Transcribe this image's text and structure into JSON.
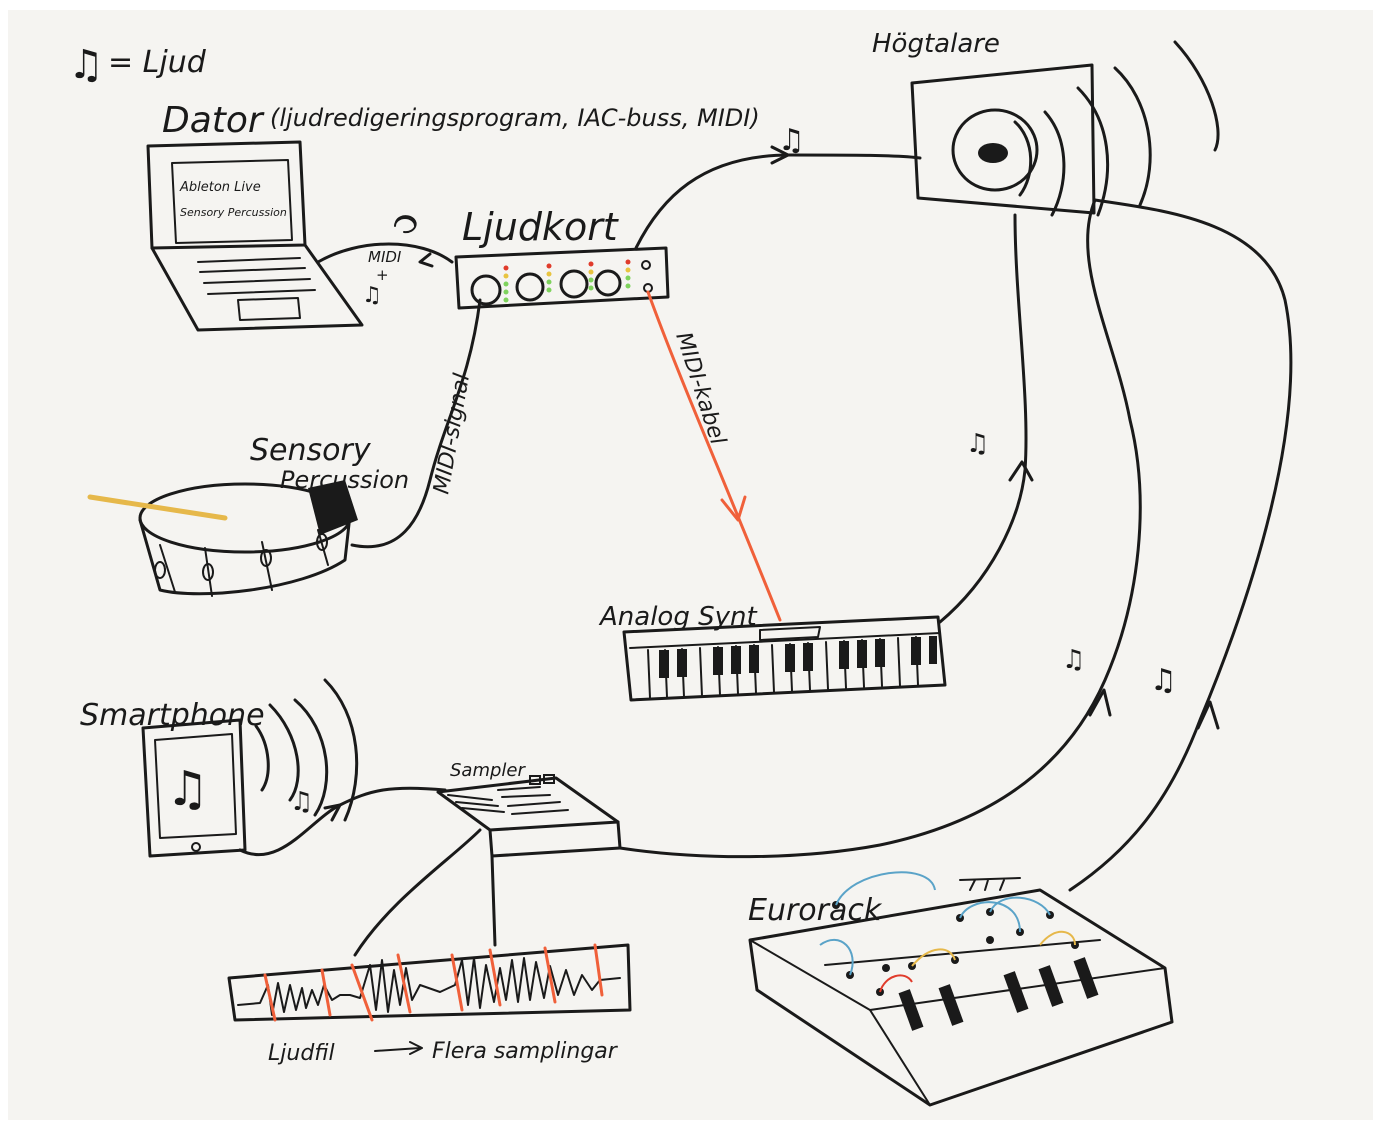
{
  "legend": {
    "note_glyph": "♫",
    "text": "= Ljud"
  },
  "computer": {
    "title": "Dator",
    "subtitle": "(ljudredigeringsprogram, IAC-buss, MIDI)",
    "screen_line1": "Ableton Live",
    "screen_line2": "Sensory Percussion"
  },
  "link_computer_soundcard": {
    "label1": "MIDI",
    "label2": "+"
  },
  "soundcard": {
    "title": "Ljudkort"
  },
  "speaker": {
    "title": "Högtalare"
  },
  "drum": {
    "title_line1": "Sensory",
    "title_line2": "Percussion"
  },
  "midi_signal": {
    "label": "MIDI-signal"
  },
  "midi_cable": {
    "label": "MIDI-kabel"
  },
  "synth": {
    "title": "Analog Synt"
  },
  "smartphone": {
    "title": "Smartphone"
  },
  "sampler": {
    "title": "Sampler"
  },
  "audio_file": {
    "label_from": "Ljudfil",
    "label_to": "Flera samplingar"
  },
  "eurorack": {
    "title": "Eurorack"
  },
  "colors": {
    "ink": "#1a1a1a",
    "midi_cable": "#f0603a",
    "paper": "#f5f4f1",
    "drumstick": "#e6b84a"
  }
}
